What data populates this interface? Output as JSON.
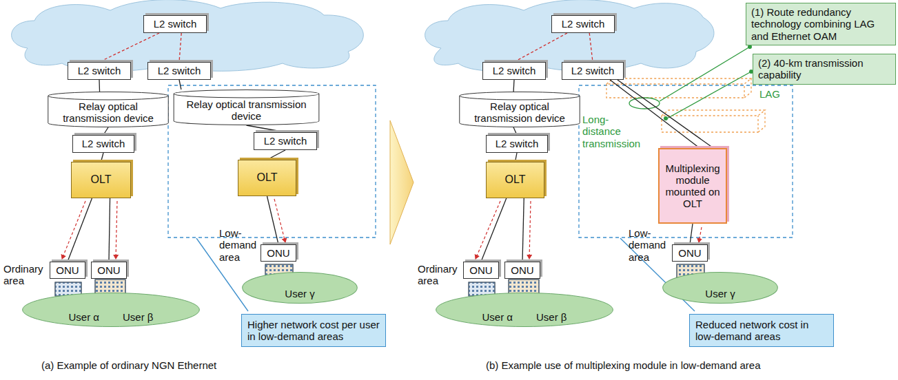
{
  "diagram": {
    "nodes": [
      {
        "text": [
          "L2 switch"
        ]
      },
      {
        "text": [
          "L2 switch"
        ]
      },
      {
        "text": [
          "L2 switch"
        ]
      },
      {
        "text": [
          "Relay optical transmission device"
        ]
      },
      {
        "text": [
          "Relay optical transmission device"
        ]
      },
      {
        "text": [
          "L2 switch"
        ]
      },
      {
        "text": [
          "L2 switch"
        ]
      },
      {
        "text": [
          "OLT"
        ]
      },
      {
        "text": [
          "OLT"
        ]
      },
      {
        "text": [
          "ONU"
        ]
      },
      {
        "text": [
          "ONU"
        ]
      },
      {
        "text": [
          "ONU"
        ]
      },
      {
        "text": [
          "User α",
          "User β"
        ]
      },
      {
        "text": [
          "User γ"
        ]
      },
      {
        "text": [
          "Higher network cost per user in low-demand areas"
        ]
      },
      {
        "text": [
          "L2 switch"
        ]
      },
      {
        "text": [
          "L2 switch"
        ]
      },
      {
        "text": [
          "L2 switch"
        ]
      },
      {
        "text": [
          "Relay optical transmission device"
        ]
      },
      {
        "text": [
          "L2 switch"
        ]
      },
      {
        "text": [
          "OLT"
        ]
      },
      {
        "text": [
          "Multiplexing module mounted on OLT"
        ]
      },
      {
        "text": [
          "ONU"
        ]
      },
      {
        "text": [
          "ONU"
        ]
      },
      {
        "text": [
          "ONU"
        ]
      },
      {
        "text": [
          "User α",
          "User β"
        ]
      },
      {
        "text": [
          "User γ"
        ]
      },
      {
        "text": [
          "Reduced network cost in low-demand areas"
        ]
      },
      {
        "text": [
          "(1) Route redundancy technology combining LAG and Ethernet OAM"
        ]
      },
      {
        "text": [
          "(2) 40-km transmission capability"
        ]
      }
    ],
    "edges": [
      {
        "from": 0,
        "to": 1,
        "arrow": "none"
      },
      {
        "from": 0,
        "to": 2,
        "arrow": "none"
      },
      {
        "from": 1,
        "to": 3,
        "arrow": "none"
      },
      {
        "from": 2,
        "to": 4,
        "arrow": "none"
      },
      {
        "from": 3,
        "to": 5,
        "arrow": "none"
      },
      {
        "from": 4,
        "to": 6,
        "arrow": "none"
      },
      {
        "from": 5,
        "to": 7,
        "arrow": "none"
      },
      {
        "from": 6,
        "to": 8,
        "arrow": "none"
      },
      {
        "from": 7,
        "to": 9,
        "arrow": "none"
      },
      {
        "from": 7,
        "to": 10,
        "arrow": "none"
      },
      {
        "from": 8,
        "to": 11,
        "arrow": "none"
      },
      {
        "from": 15,
        "to": 16,
        "arrow": "none"
      },
      {
        "from": 15,
        "to": 17,
        "arrow": "none"
      },
      {
        "from": 16,
        "to": 18,
        "arrow": "none"
      },
      {
        "from": 18,
        "to": 19,
        "arrow": "none"
      },
      {
        "from": 19,
        "to": 20,
        "arrow": "none"
      },
      {
        "from": 20,
        "to": 22,
        "arrow": "none"
      },
      {
        "from": 20,
        "to": 23,
        "arrow": "none"
      },
      {
        "from": 17,
        "to": 21,
        "arrow": "none"
      },
      {
        "from": 17,
        "to": 21,
        "arrow": "none"
      },
      {
        "from": 21,
        "to": 24,
        "arrow": "none"
      }
    ],
    "labels": [
      "Ordinary area",
      "Low-demand area",
      "(a) Example of ordinary NGN Ethernet",
      "LAG",
      "Long-distance transmission",
      "Ordinary area",
      "Low-demand area",
      "(b) Example use of multiplexing module in low-demand area"
    ]
  }
}
